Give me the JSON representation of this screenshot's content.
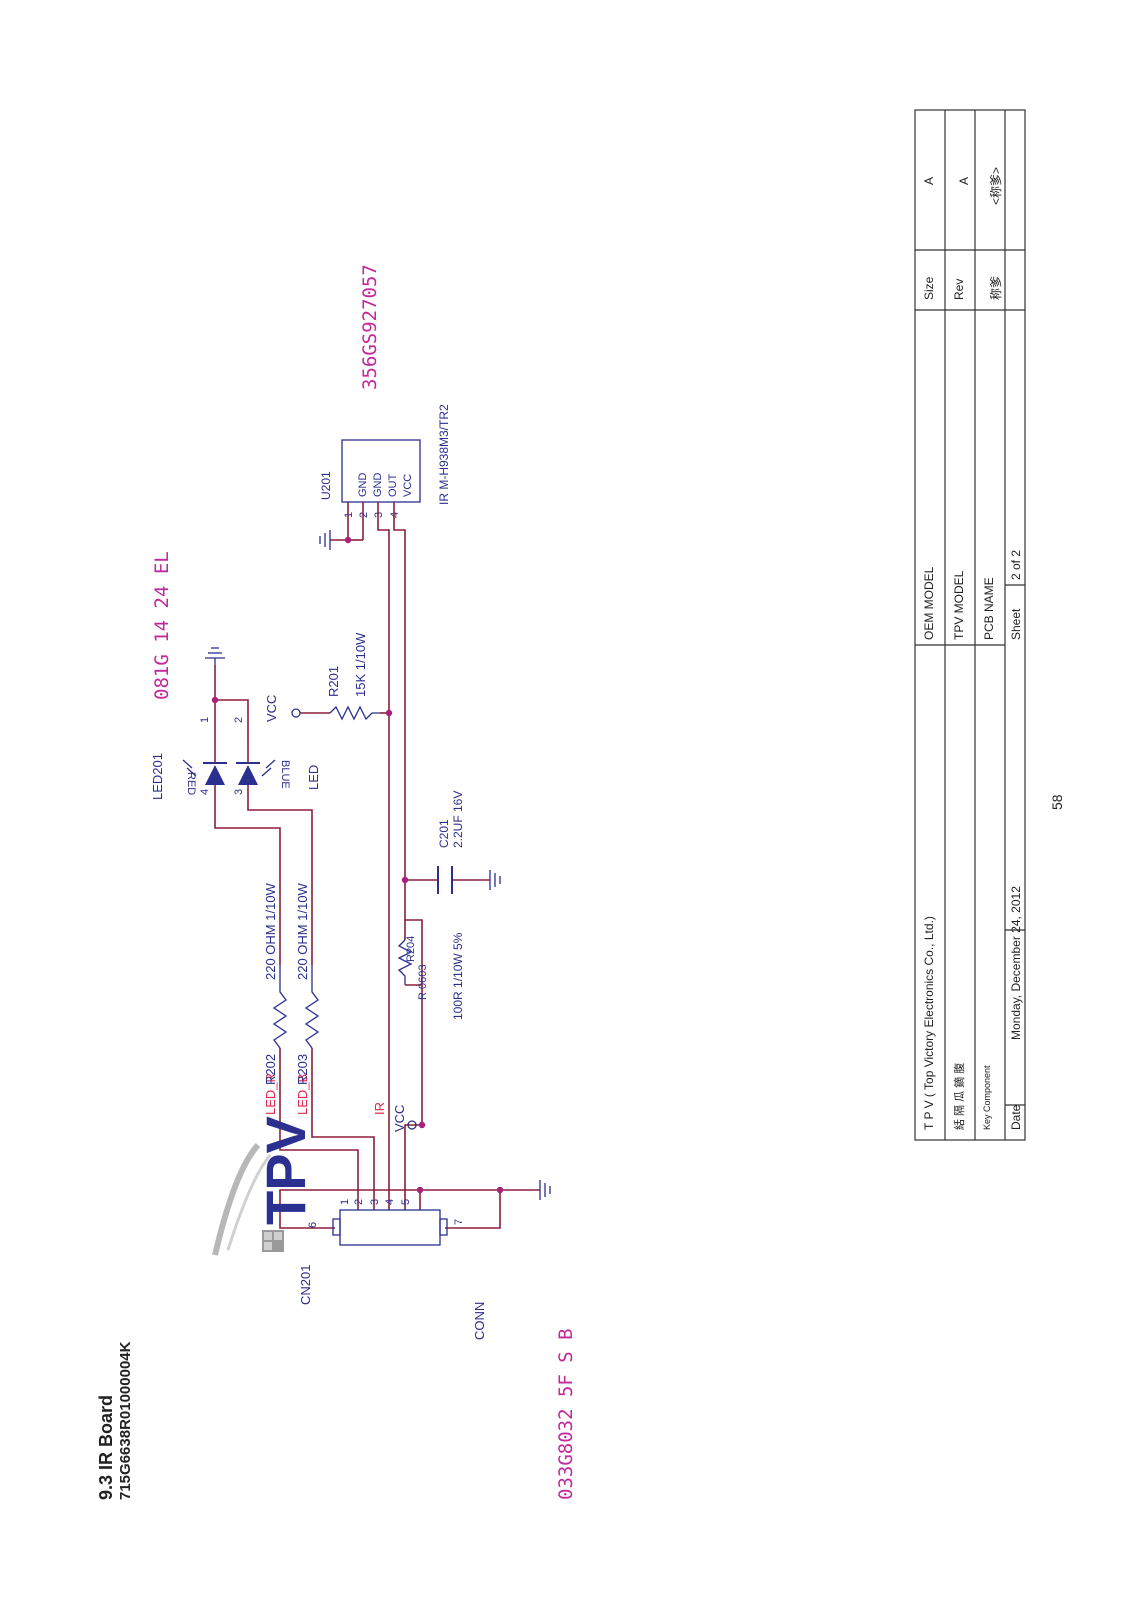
{
  "header": {
    "section_title": "9.3 IR Board",
    "part_number": "715G6638R01000004K"
  },
  "codes": {
    "code_left": "033G8032 5F  S  B",
    "code_mid": "081G  14 24 EL",
    "code_ir": "356GS927057"
  },
  "components": {
    "led201": {
      "ref": "LED201",
      "red": "RED",
      "blue": "BLUE",
      "value": "LED",
      "vcc": "VCC",
      "pin1": "1",
      "pin2": "2",
      "pin3": "3",
      "pin4": "4"
    },
    "r201": {
      "ref": "R201",
      "value": "15K 1/10W"
    },
    "r202": {
      "ref": "R202",
      "value": "220 OHM 1/10W"
    },
    "r203": {
      "ref": "R203",
      "value": "220 OHM 1/10W"
    },
    "r204": {
      "ref": "R204",
      "package": "R 0603",
      "value": "100R 1/10W 5%"
    },
    "c201": {
      "ref": "C201",
      "value": "2.2UF 16V"
    },
    "u201": {
      "ref": "U201",
      "part": "IR M-H938M3/TR2",
      "pins": [
        "GND",
        "GND",
        "OUT",
        "VCC"
      ],
      "pin_numbers": [
        "1",
        "2",
        "3",
        "4"
      ]
    },
    "cn201": {
      "ref": "CN201",
      "type": "CONN",
      "pins": [
        "1",
        "2",
        "3",
        "4",
        "5"
      ],
      "pin6": "6",
      "pin7": "7"
    },
    "vcc_label": "VCC"
  },
  "nets": {
    "led_r": "LED_R",
    "led_b": "LED_B",
    "ir": "IR"
  },
  "title_block": {
    "company": "T P V  ( Top  Victory  Electronics  Co.,  Ltd.)",
    "oem_model": "OEM MODEL",
    "tpv_model": "TPV MODEL",
    "pcb_name": "PCB NAME",
    "sheet_label": "Sheet",
    "sheet_value": "2   of   2",
    "date_label": "Date",
    "date_value": "Monday, December 24, 2012",
    "key_component": "Key Component",
    "garbled": "絬 隔 瓜 鏑 腹",
    "size_label": "Size",
    "size_value": "A",
    "rev_label": "Rev",
    "rev_value": "A",
    "name_label": "称爹",
    "name_value": "<称爹>"
  },
  "logo": {
    "text": "TPV"
  },
  "page_number": "58",
  "colors": {
    "wire": "#8a1f3a",
    "component": "#2b2f8f",
    "net_label": "#e0264b",
    "code": "#c2299a"
  }
}
